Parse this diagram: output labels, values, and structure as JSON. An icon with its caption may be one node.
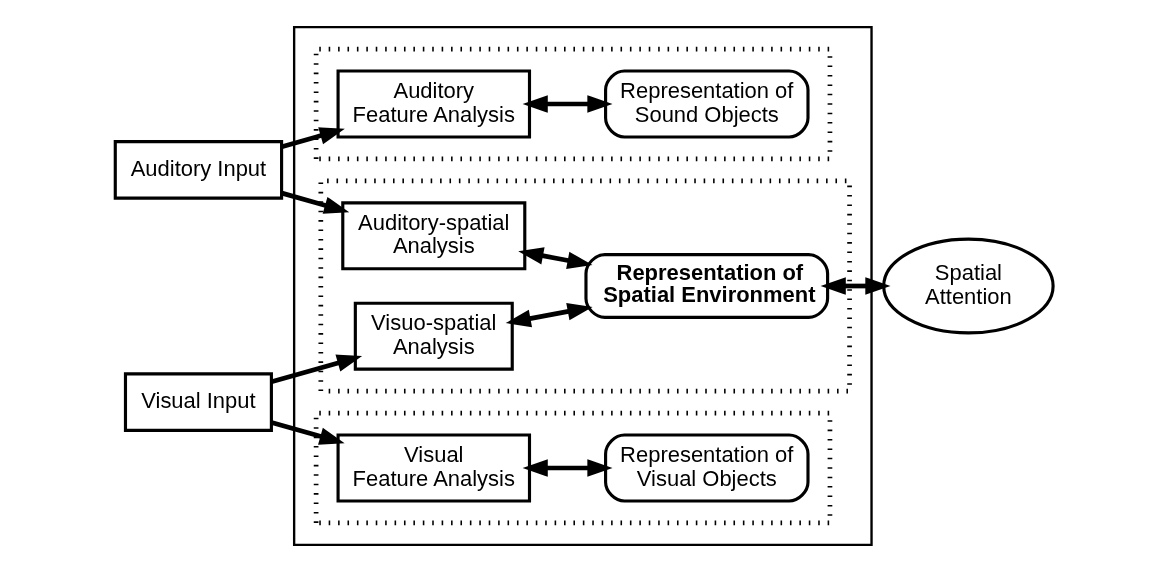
{
  "diagram": {
    "nodes": [
      {
        "text": [
          "Auditory Input"
        ]
      },
      {
        "text": [
          "Visual Input"
        ]
      },
      {
        "text": [],
        "shape": "box"
      },
      {
        "text": [],
        "shape": "box",
        "in": 2
      },
      {
        "text": [
          "Auditory Feature Analysis"
        ],
        "in": 3
      },
      {
        "text": [
          "Representation of Sound Objects"
        ],
        "in": 3
      },
      {
        "text": [],
        "shape": "box",
        "in": 2
      },
      {
        "text": [
          "Auditory-spatial Analysis"
        ],
        "in": 6
      },
      {
        "text": [
          "Visuo-spatial Analysis"
        ],
        "in": 6
      },
      {
        "text": [
          "Representation of Spatial Environment"
        ],
        "in": 6
      },
      {
        "text": [],
        "shape": "box",
        "in": 2
      },
      {
        "text": [
          "Visual Feature Analysis"
        ],
        "in": 10
      },
      {
        "text": [
          "Representation of Visual Objects"
        ],
        "in": 10
      },
      {
        "text": [
          "Spatial Attention"
        ]
      }
    ],
    "edges": [
      {
        "from": 0,
        "to": 4,
        "arrow": "to"
      },
      {
        "from": 0,
        "to": 7,
        "arrow": "to"
      },
      {
        "from": 1,
        "to": 8,
        "arrow": "to"
      },
      {
        "from": 1,
        "to": 11,
        "arrow": "to"
      },
      {
        "from": 4,
        "to": 5,
        "arrow": "both"
      },
      {
        "from": 7,
        "to": 9,
        "arrow": "both"
      },
      {
        "from": 8,
        "to": 9,
        "arrow": "both"
      },
      {
        "from": 11,
        "to": 12,
        "arrow": "both"
      },
      {
        "from": 9,
        "to": 13,
        "arrow": "both"
      }
    ]
  }
}
